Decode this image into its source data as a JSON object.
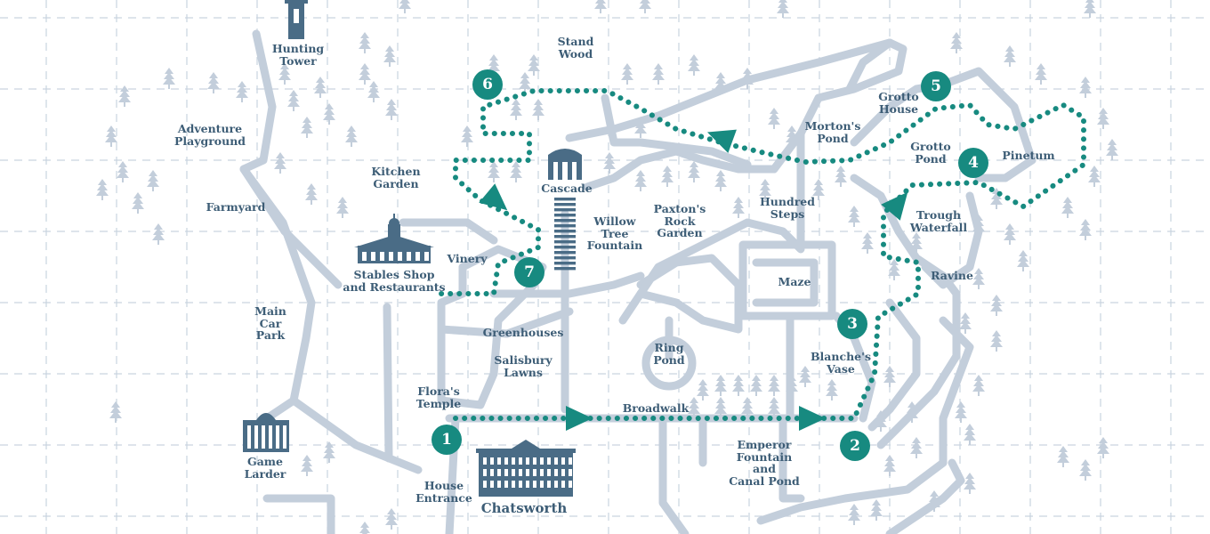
{
  "colors": {
    "path": "#c3cedb",
    "grid": "#c9d4df",
    "tree": "#c3cedb",
    "route": "#178a80",
    "label": "#3d5d76",
    "building": "#4a6c86"
  },
  "labels": {
    "hunting_tower": "Hunting\nTower",
    "stand_wood": "Stand\nWood",
    "adventure_playground": "Adventure\nPlayground",
    "farmyard": "Farmyard",
    "kitchen_garden": "Kitchen\nGarden",
    "cascade": "Cascade",
    "willow_tree_fountain": "Willow\nTree\nFountain",
    "paxtons_rock_garden": "Paxton's\nRock\nGarden",
    "hundred_steps": "Hundred\nSteps",
    "mortons_pond": "Morton's\nPond",
    "grotto_house": "Grotto\nHouse",
    "grotto_pond": "Grotto\nPond",
    "pinetum": "Pinetum",
    "trough_waterfall": "Trough\nWaterfall",
    "ravine": "Ravine",
    "maze": "Maze",
    "vinery": "Vinery",
    "stables_shop": "Stables Shop\nand Restaurants",
    "main_car_park": "Main\nCar\nPark",
    "greenhouses": "Greenhouses",
    "salisbury_lawns": "Salisbury\nLawns",
    "floras_temple": "Flora's\nTemple",
    "ring_pond": "Ring\nPond",
    "broadwalk": "Broadwalk",
    "blanches_vase": "Blanche's\nVase",
    "emperor_fountain": "Emperor\nFountain\nand\nCanal Pond",
    "game_larder": "Game\nLarder",
    "house_entrance": "House\nEntrance",
    "chatsworth": "Chatsworth"
  },
  "stops": [
    "1",
    "2",
    "3",
    "4",
    "5",
    "6",
    "7"
  ]
}
